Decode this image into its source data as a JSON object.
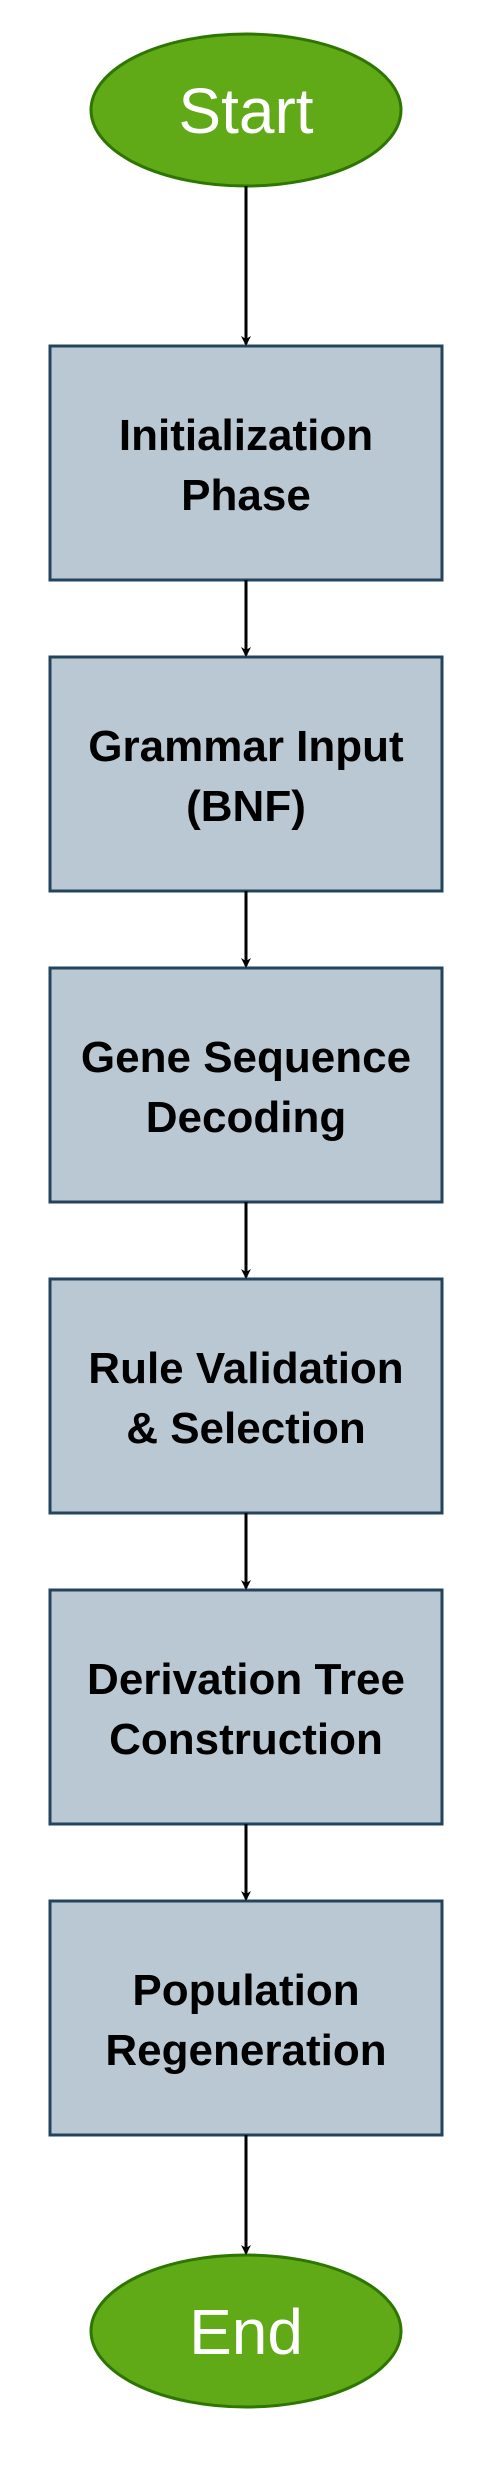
{
  "diagram": {
    "type": "flowchart",
    "colors": {
      "terminal_fill": "#60a917",
      "terminal_stroke": "#2d7600",
      "terminal_text": "#ffffff",
      "process_fill": "#bac8d3",
      "process_stroke": "#23445d",
      "edge": "#000000"
    },
    "start": {
      "label": "Start"
    },
    "steps": [
      {
        "lines": [
          "Initialization",
          "Phase"
        ]
      },
      {
        "lines": [
          "Grammar Input",
          "(BNF)"
        ]
      },
      {
        "lines": [
          "Gene Sequence",
          "Decoding"
        ]
      },
      {
        "lines": [
          "Rule Validation",
          "& Selection"
        ]
      },
      {
        "lines": [
          "Derivation Tree",
          "Construction"
        ]
      },
      {
        "lines": [
          "Population",
          "Regeneration"
        ]
      }
    ],
    "end": {
      "label": "End"
    }
  }
}
